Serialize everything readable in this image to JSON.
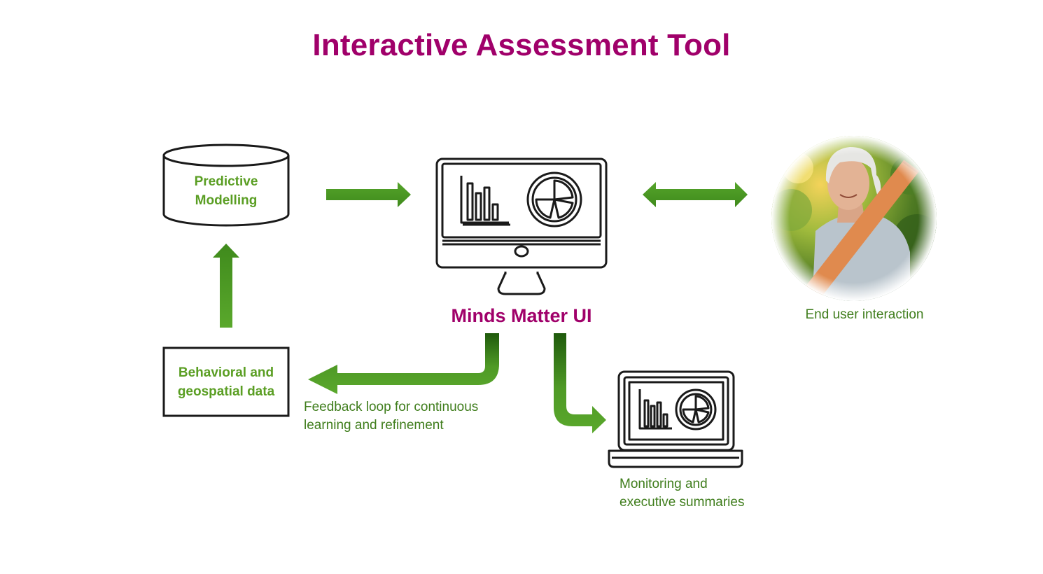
{
  "title": "Interactive Assessment Tool",
  "nodes": {
    "predictive_modelling": [
      "Predictive",
      "Modelling"
    ],
    "behavioral_data": [
      "Behavioral and",
      "geospatial data"
    ],
    "ui_label": "Minds Matter UI",
    "end_user_caption": "End user interaction",
    "feedback_caption": [
      "Feedback loop for continuous",
      "learning and refinement"
    ],
    "monitoring_caption": [
      "Monitoring and",
      "executive summaries"
    ]
  },
  "colors": {
    "title": "#a0006a",
    "arrow_green": "#4f9a26",
    "arrow_dark": "#2e6b12",
    "label_green": "#5a9e23",
    "caption_green": "#3f7d1c",
    "outline": "#1a1a1a"
  },
  "icons": {
    "database": "database-cylinder-icon",
    "monitor": "desktop-monitor-dashboard-icon",
    "laptop": "laptop-dashboard-icon",
    "photo": "end-user-photo"
  }
}
